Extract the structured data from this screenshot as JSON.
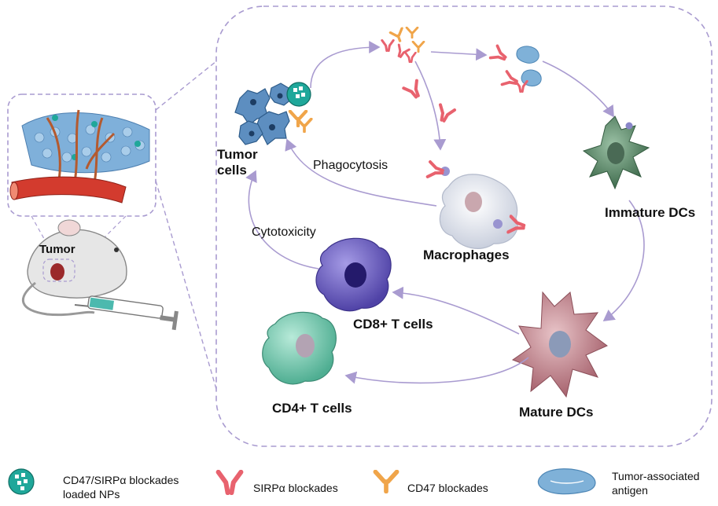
{
  "labels": {
    "tumor_cells": [
      "Tumor",
      "cells"
    ],
    "phagocytosis": "Phagocytosis",
    "cytotoxicity": "Cytotoxicity",
    "macrophages": "Macrophages",
    "immature_dcs": "Immature DCs",
    "mature_dcs": "Mature DCs",
    "cd8_t_cells": "CD8+ T cells",
    "cd4_t_cells": "CD4+ T cells",
    "mouse_tumor": "Tumor"
  },
  "legend": [
    {
      "icon": "loaded-np-icon",
      "lines": [
        "CD47/SIRPα blockades",
        "loaded NPs"
      ]
    },
    {
      "icon": "sirpa-antibody-icon",
      "lines": [
        "SIRPα blockades"
      ]
    },
    {
      "icon": "cd47-antibody-icon",
      "lines": [
        "CD47 blockades"
      ]
    },
    {
      "icon": "tumor-antigen-icon",
      "lines": [
        "Tumor-associated",
        "antigen"
      ]
    }
  ],
  "colors": {
    "arrow": "#a99bd0",
    "dashed_frame": "#a99bd0",
    "sirpa": "#e8626e",
    "cd47": "#f0a54a",
    "np": "#1fa79a",
    "tumor": "#4d7fb0",
    "macrophage": "#e4e7ef",
    "immature_dc": "#5e8a6c",
    "mature_dc": "#c98e96",
    "cd8": "#6f62c6",
    "cd4": "#7dcab1",
    "antigen": "#7fb1d8"
  }
}
